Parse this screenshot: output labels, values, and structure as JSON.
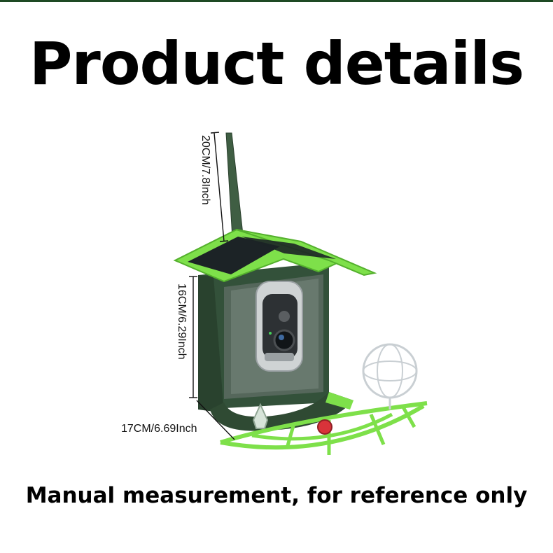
{
  "title": "Product details",
  "footer": "Manual measurement, for reference only",
  "dimensions": {
    "antenna": "20CM/7.8Inch",
    "body_height": "16CM/6.29Inch",
    "width": "17CM/6.69Inch"
  },
  "colors": {
    "top_bar": "#1e4a24",
    "body": "#2f4a33",
    "roof": "#7ee04a",
    "solar": "#1c2326",
    "accent_red": "#d8333a"
  }
}
